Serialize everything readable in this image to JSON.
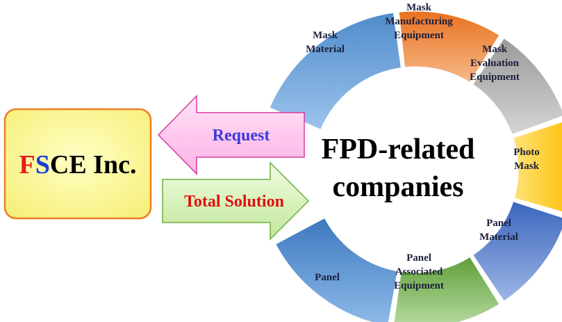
{
  "company": {
    "letter_f": "F",
    "letter_s": "S",
    "rest": "CE Inc.",
    "color_f": "#e11d1d",
    "color_s": "#1a3fd6",
    "color_rest": "#000000"
  },
  "arrows": {
    "request": {
      "label": "Request",
      "color": "#3b3bd9"
    },
    "solution": {
      "label": "Total Solution",
      "color": "#e01010"
    }
  },
  "center": {
    "line1": "FPD-related",
    "line2": "companies"
  },
  "segments": [
    {
      "lines": [
        "Mask",
        "Material"
      ],
      "color": "#5b9bd5"
    },
    {
      "lines": [
        "Mask",
        "Manufacturing",
        "Equipment"
      ],
      "color": "#ed7d31"
    },
    {
      "lines": [
        "Mask",
        "Evaluation",
        "Equipment"
      ],
      "color": "#a5a5a5"
    },
    {
      "lines": [
        "Photo",
        "Mask"
      ],
      "color": "#ffc000"
    },
    {
      "lines": [
        "Panel",
        "Material"
      ],
      "color": "#4472c4"
    },
    {
      "lines": [
        "Panel",
        "Associated",
        "Equipment"
      ],
      "color": "#70ad47"
    },
    {
      "lines": [
        "Panel"
      ],
      "color": "#5b9bd5"
    }
  ]
}
